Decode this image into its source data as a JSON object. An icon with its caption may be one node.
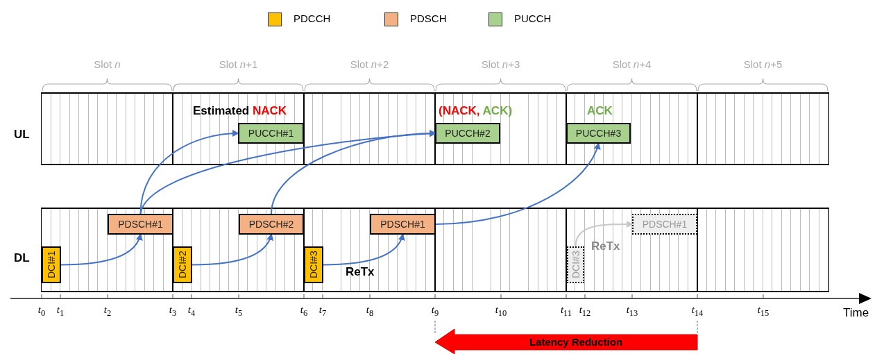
{
  "diagram": {
    "nodes": [
      {
        "text": [
          "PUCCH#1"
        ],
        "beside": [
          "Estimated NACK"
        ]
      },
      {
        "text": [
          "PUCCH#2"
        ],
        "beside": [
          "(NACK, ACK)"
        ]
      },
      {
        "text": [
          "PUCCH#3"
        ],
        "beside": [
          "ACK"
        ]
      },
      {
        "text": [
          "PDSCH#1"
        ]
      },
      {
        "text": [
          "PDSCH#2"
        ]
      },
      {
        "text": [
          "PDSCH#1"
        ]
      },
      {
        "text": [
          "PDSCH#1"
        ]
      },
      {
        "text": [
          "DCI#1"
        ]
      },
      {
        "text": [
          "DCI#2"
        ]
      },
      {
        "text": [
          "DCI#3"
        ]
      },
      {
        "text": [
          "DCI#3"
        ]
      }
    ],
    "edges": [
      {
        "from": 7,
        "to": 3,
        "arrow": "to"
      },
      {
        "from": 8,
        "to": 4,
        "arrow": "to"
      },
      {
        "from": 9,
        "to": 5,
        "arrow": "to",
        "label": "ReTx"
      },
      {
        "from": 10,
        "to": 6,
        "arrow": "to",
        "label": "ReTx",
        "color": "#c8c8c8"
      },
      {
        "from": 3,
        "to": 0,
        "arrow": "to"
      },
      {
        "from": 3,
        "to": 1,
        "arrow": "to"
      },
      {
        "from": 4,
        "to": 1,
        "arrow": "to"
      },
      {
        "from": 5,
        "to": 2,
        "arrow": "to"
      }
    ],
    "labels": [
      "Slot *n*",
      "Slot *n*+1",
      "Slot *n*+2",
      "Slot *n*+3",
      "Slot *n*+4",
      "Slot *n*+5",
      "UL",
      "DL",
      "*t*$_{0}$",
      "*t*$_{1}$",
      "*t*$_{2}$",
      "*t*$_{3}$",
      "*t*$_{4}$",
      "*t*$_{5}$",
      "*t*$_{6}$",
      "*t*$_{7}$",
      "*t*$_{8}$",
      "*t*$_{9}$",
      "*t*$_{10}$",
      "*t*$_{11}$",
      "*t*$_{12}$",
      "*t*$_{13}$",
      "*t*$_{14}$",
      "*t*$_{15}$",
      "Time",
      "Latency Reduction"
    ],
    "legend": [
      {
        "text": "PDCCH",
        "color": "#ffc000"
      },
      {
        "text": "PDSCH",
        "color": "#f4b183"
      },
      {
        "text": "PUCCH",
        "color": "#a9d18e"
      }
    ]
  }
}
